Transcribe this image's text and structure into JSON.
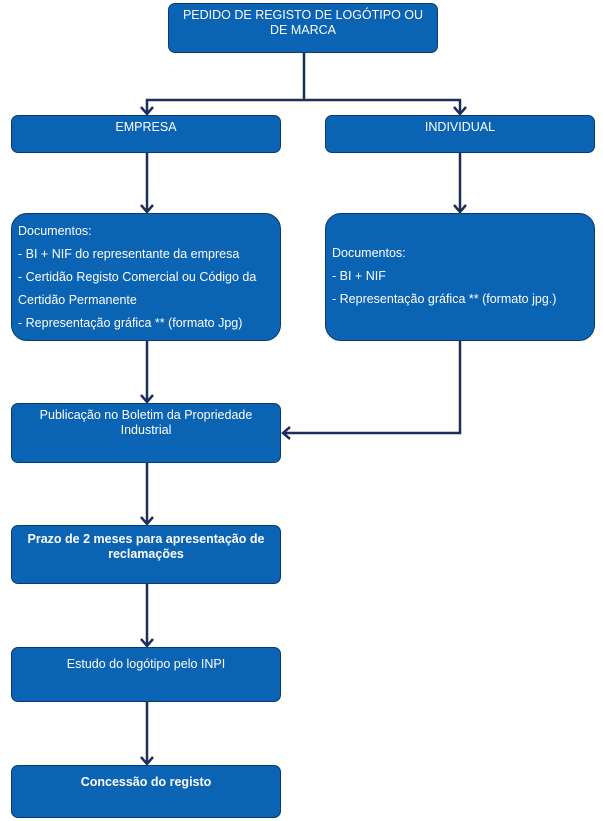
{
  "diagram": {
    "colors": {
      "box_fill": "#0b63b4",
      "box_border": "#0a3a6e",
      "arrow": "#1b2f5a",
      "text": "#ffffff"
    },
    "nodes": {
      "root": {
        "line1": "PEDIDO DE REGISTO DE LOGÓTIPO OU",
        "line2": "DE MARCA"
      },
      "empresa": {
        "label": "EMPRESA"
      },
      "individual": {
        "label": "INDIVIDUAL"
      },
      "docs_empresa": {
        "lines": [
          "Documentos:",
          "- BI + NIF do representante da empresa",
          "- Certidão Registo Comercial ou Código da",
          "Certidão Permanente",
          "- Representação gráfica ** (formato Jpg)"
        ]
      },
      "docs_individual": {
        "lines": [
          "Documentos:",
          "- BI + NIF",
          "- Representação gráfica ** (formato jpg.)"
        ]
      },
      "publicacao": {
        "line1": "Publicação no Boletim da Propriedade",
        "line2": "Industrial"
      },
      "prazo": {
        "line1": "Prazo de 2 meses para apresentação de",
        "line2": "reclamações"
      },
      "estudo": {
        "label": "Estudo do logótipo pelo INPI"
      },
      "concessao": {
        "label": "Concessão do registo"
      }
    }
  }
}
